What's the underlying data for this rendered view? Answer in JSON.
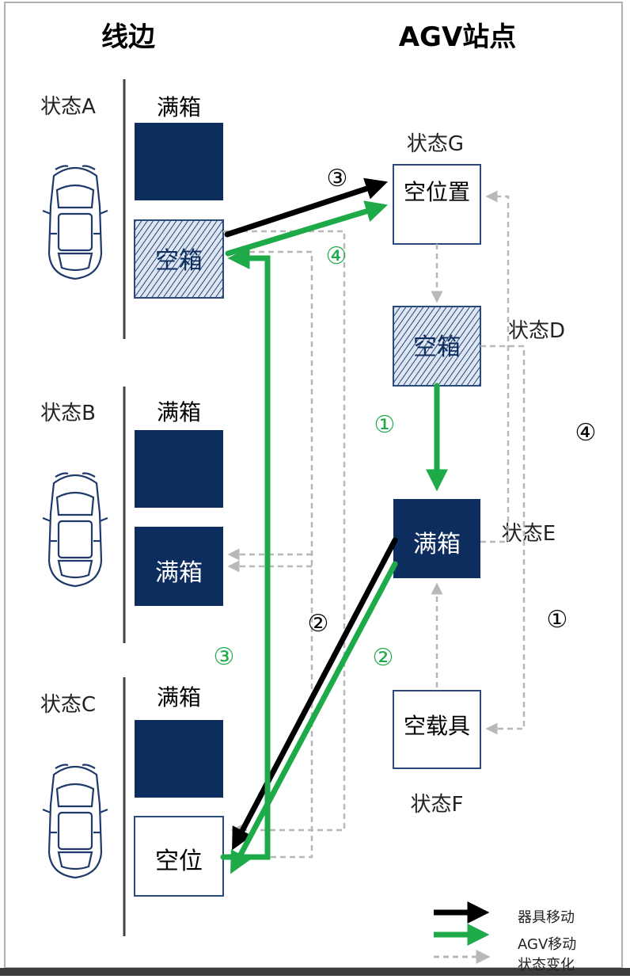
{
  "headers": {
    "line_side": "线边",
    "agv_station": "AGV站点"
  },
  "states": {
    "A": "状态A",
    "B": "状态B",
    "C": "状态C",
    "D": "状态D",
    "E": "状态E",
    "F": "状态F",
    "G": "状态G"
  },
  "line_side": {
    "a_top_label": "满箱",
    "a_bottom_box": "空箱",
    "b_top_label": "满箱",
    "b_bottom_box": "满箱",
    "c_top_label": "满箱",
    "c_bottom_box": "空位"
  },
  "agv_station": {
    "g_box": "空位置",
    "d_box": "空箱",
    "e_box": "满箱",
    "f_box": "空载具"
  },
  "step_markers": {
    "m3_black": "③",
    "m4_green": "④",
    "m1_green": "①",
    "m4_right": "④",
    "m1_right": "①",
    "m2_black": "②",
    "m2_green": "②",
    "m3_green": "③"
  },
  "legend": {
    "device_move": "器具移动",
    "agv_move": "AGV移动",
    "state_change": "状态变化"
  },
  "colors": {
    "navy": "#0d2d5e",
    "green": "#1faa4a",
    "black": "#000000",
    "gray_dash": "#b8b8b8",
    "outline": "#2a4a7a"
  }
}
